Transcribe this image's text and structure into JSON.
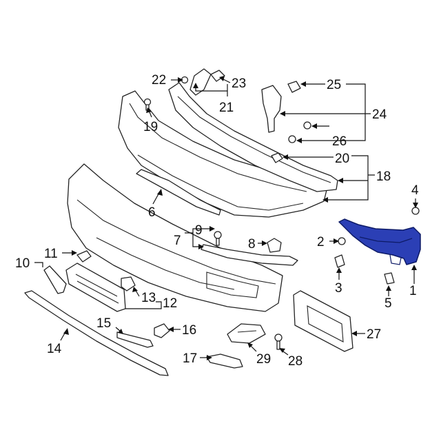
{
  "diagram": {
    "highlight_color": "#2b3fb5",
    "callouts": {
      "c1": "1",
      "c2": "2",
      "c3": "3",
      "c4": "4",
      "c5": "5",
      "c6": "6",
      "c7": "7",
      "c8": "8",
      "c9": "9",
      "c10": "10",
      "c11": "11",
      "c12": "12",
      "c13": "13",
      "c14": "14",
      "c15": "15",
      "c16": "16",
      "c17": "17",
      "c18": "18",
      "c19": "19",
      "c20": "20",
      "c21": "21",
      "c22": "22",
      "c23": "23",
      "c24": "24",
      "c25": "25",
      "c26": "26",
      "c27": "27",
      "c28": "28",
      "c29": "29"
    }
  }
}
